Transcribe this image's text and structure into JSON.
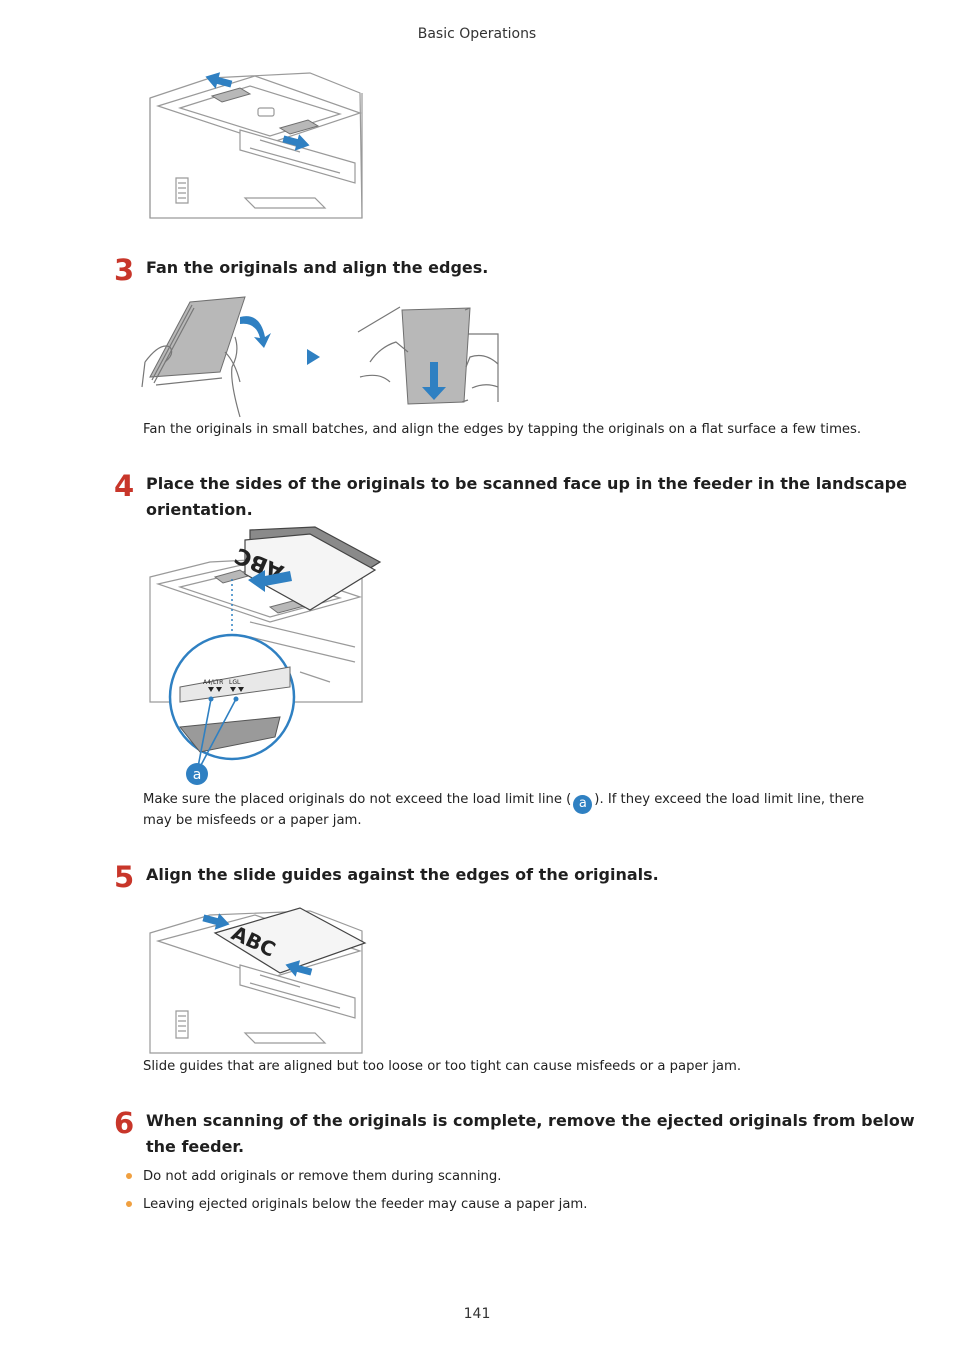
{
  "header": {
    "section": "Basic Operations"
  },
  "steps": [
    {
      "number": "3",
      "title": "Fan the originals and align the edges.",
      "note": "Fan the originals in small batches, and align the edges by tapping the originals on a flat surface a few times."
    },
    {
      "number": "4",
      "title_line1": "Place the sides of the originals to be scanned face up in the feeder in the landscape",
      "title_line2": "orientation.",
      "note_before": "Make sure the placed originals do not exceed the load limit line (",
      "callout": "a",
      "note_after": "). If they exceed the load limit line, there",
      "note_line2": "may be misfeeds or a paper jam.",
      "figure": {
        "paper_text": "ABC",
        "label_a4": "A4/LTR",
        "label_lgl": "LGL",
        "callout": "a"
      }
    },
    {
      "number": "5",
      "title": "Align the slide guides against the edges of the originals.",
      "note": "Slide guides that are aligned but too loose or too tight can cause misfeeds or a paper jam.",
      "figure": {
        "paper_text": "ABC"
      }
    },
    {
      "number": "6",
      "title_line1": "When scanning of the originals is complete, remove the ejected originals from below",
      "title_line2": "the feeder.",
      "bullets": [
        "Do not add originals or remove them during scanning.",
        "Leaving ejected originals below the feeder may cause a paper jam."
      ]
    }
  ],
  "footer": {
    "page_number": "141"
  },
  "colors": {
    "step_number": "#c8362a",
    "arrow": "#2f80c2",
    "bullet": "#f0a040"
  }
}
